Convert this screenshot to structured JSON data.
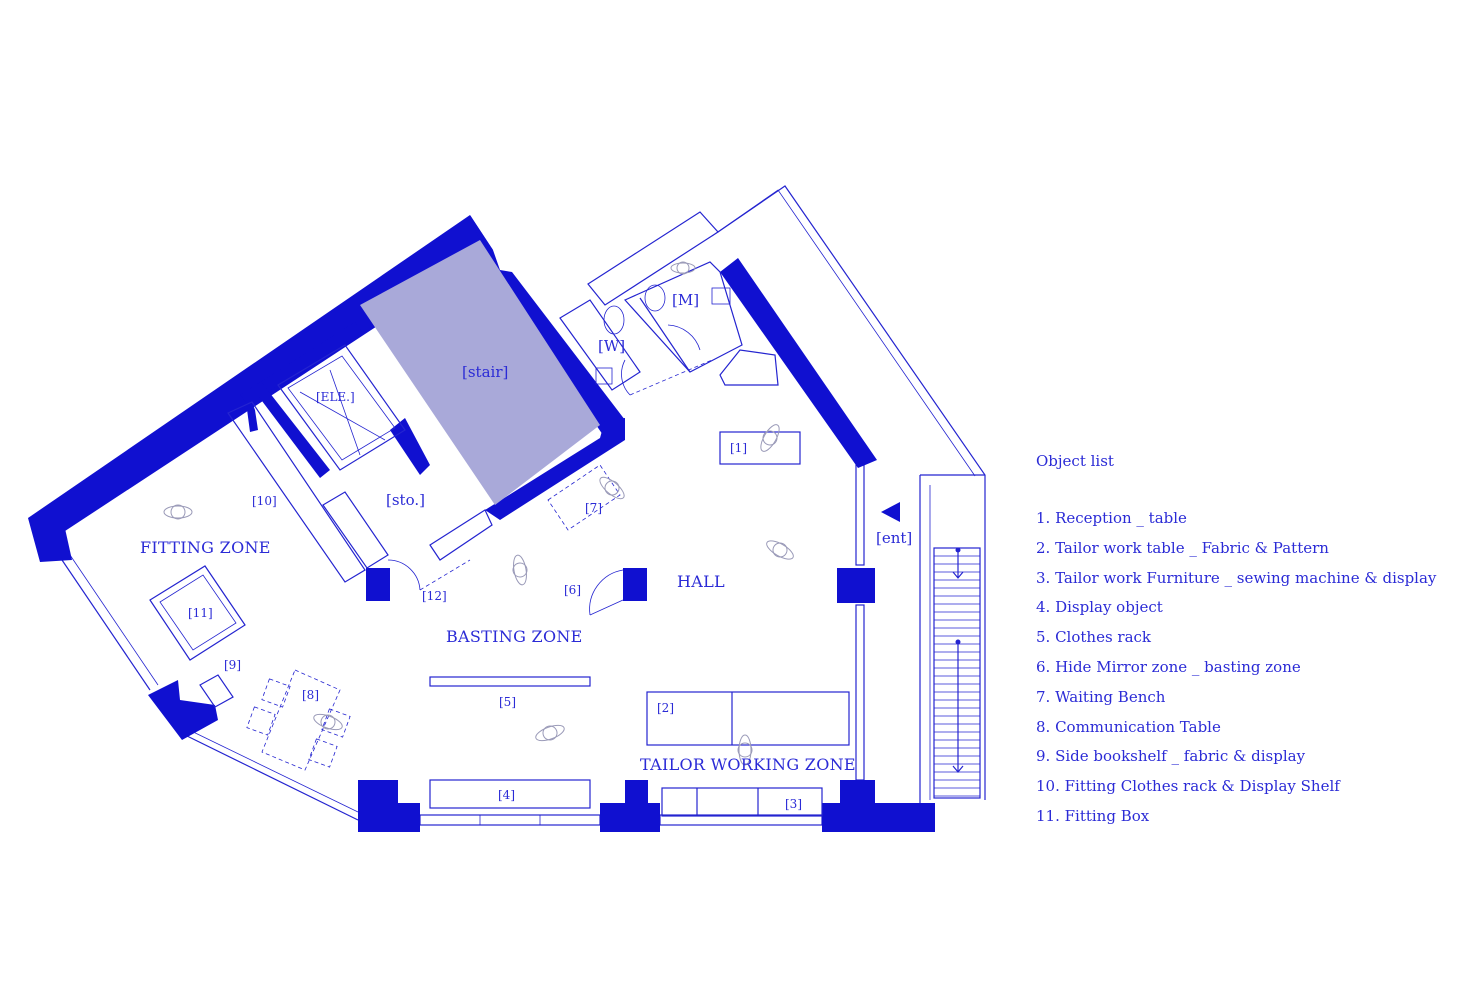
{
  "zones": {
    "fitting": "FITTING ZONE",
    "basting": "BASTING ZONE",
    "hall": "HALL",
    "tailor_working": "TAILOR WORKING ZONE"
  },
  "rooms": {
    "stair": "[stair]",
    "elevator": "[ELE.]",
    "storage": "[sto.]",
    "women_wc": "[W]",
    "men_wc": "[M]",
    "entrance": "[ent]"
  },
  "tags": [
    "[1]",
    "[2]",
    "[3]",
    "[4]",
    "[5]",
    "[6]",
    "[7]",
    "[8]",
    "[9]",
    "[10]",
    "[11]",
    "[12]"
  ],
  "object_list": {
    "title": "Object list",
    "items": [
      "1. Reception _ table",
      "2. Tailor work table _  Fabric & Pattern",
      "3. Tailor work Furniture _ sewing machine & display",
      "4. Display object",
      "5. Clothes rack",
      "6. Hide Mirror zone _ basting zone",
      "7. Waiting Bench",
      "8. Communication Table",
      "9. Side bookshelf _ fabric & display",
      "10. Fitting Clothes rack & Display Shelf",
      "11. Fitting Box"
    ]
  },
  "colors": {
    "wall": "#1010d0",
    "line": "#2424d0",
    "stair_fill": "#a9a9d9",
    "text": "#2b2bd6"
  }
}
